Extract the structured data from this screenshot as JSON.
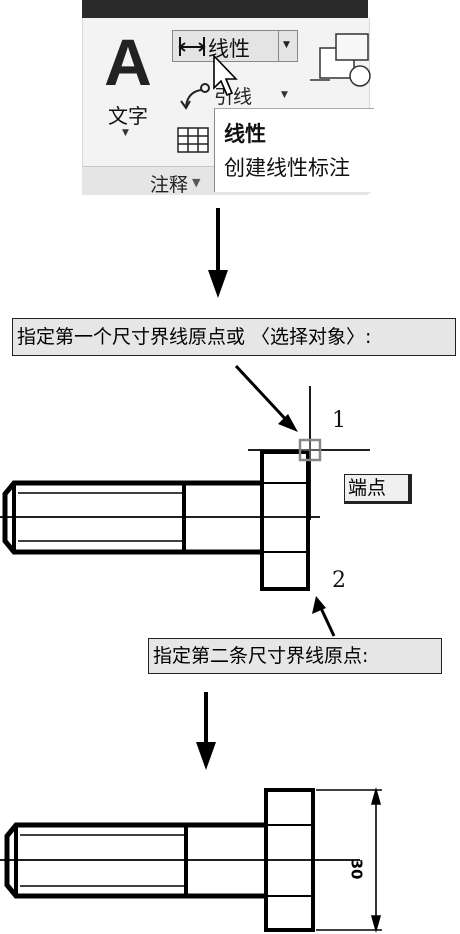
{
  "ribbon": {
    "text_tool_glyph": "A",
    "text_tool_label": "文字",
    "linear_label": "线性",
    "leader_label": "引线",
    "panel_label": "注释",
    "tooltip_title": "线性",
    "tooltip_desc": "创建线性标注"
  },
  "step1": {
    "prompt": "指定第一个尺寸界线原点或 〈选择对象〉:",
    "snap_label": "端点",
    "point_label": "1"
  },
  "step2": {
    "prompt": "指定第二条尺寸界线原点:",
    "point_label": "2"
  },
  "result": {
    "dimension_value": "30"
  },
  "icons": [
    "linear-dimension-icon",
    "leader-icon",
    "table-icon",
    "snap-marker-icon",
    "mouse-cursor-icon"
  ],
  "colors": {
    "ribbon_top": "#2a2a2a",
    "ribbon_bg": "#f3f3f3",
    "prompt_bg": "#e6e6e6",
    "line": "#000000",
    "snap_marker": "#888888"
  }
}
